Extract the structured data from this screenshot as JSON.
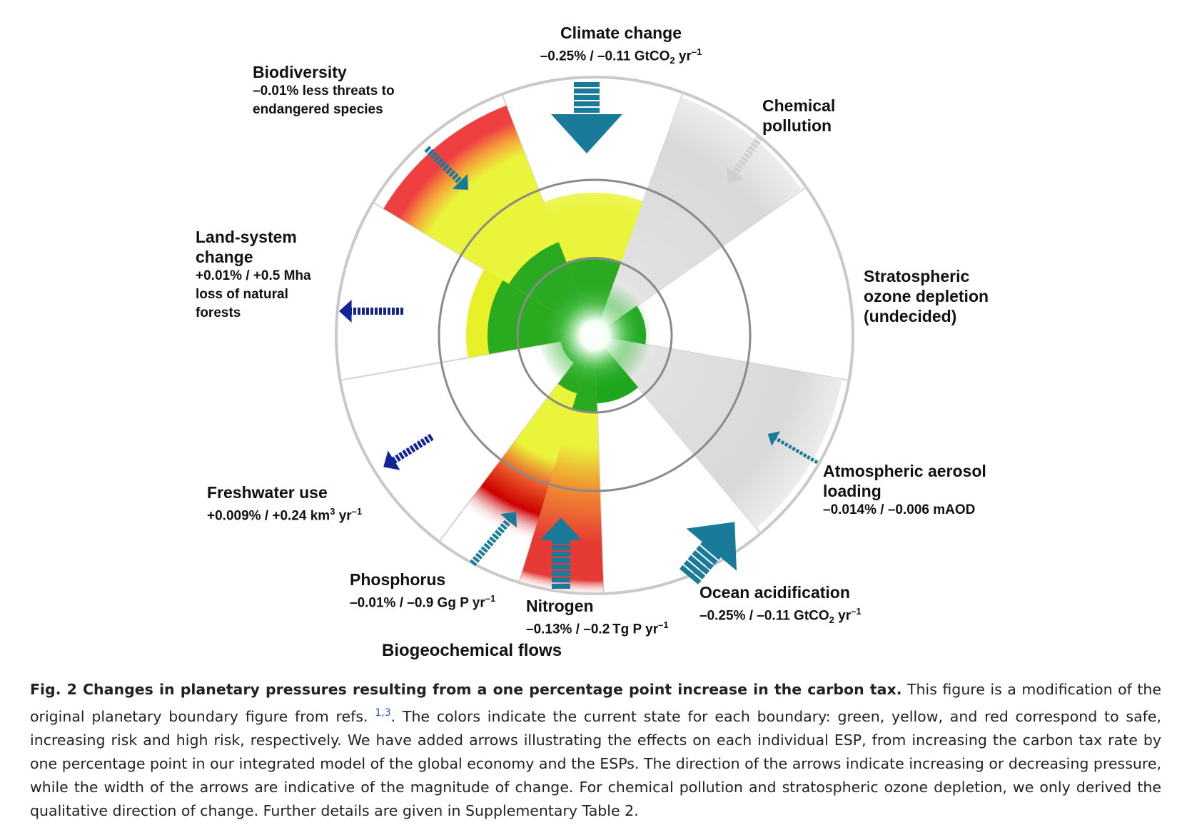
{
  "boundaries": [
    {
      "id": "climate",
      "title": "Climate change",
      "change": "–0.25% / –0.11 GtCO",
      "sub": "2",
      "unit": " yr",
      "sup": "–1"
    },
    {
      "id": "chemical",
      "title": "Chemical\npollution",
      "change": ""
    },
    {
      "id": "ozone",
      "title": "Stratospheric\nozone depletion\n(undecided)",
      "change": ""
    },
    {
      "id": "aerosol",
      "title": "Atmospheric aerosol\nloading",
      "change": "–0.014% / –0.006 mAOD"
    },
    {
      "id": "ocean",
      "title": "Ocean acidification",
      "change": "–0.25% / –0.11 GtCO",
      "sub": "2",
      "unit": " yr",
      "sup": "–1"
    },
    {
      "id": "nitrogen",
      "title": "Nitrogen",
      "change": "–0.13% / –0.2 Tg P yr",
      "sup": "–1"
    },
    {
      "id": "phosphorus",
      "title": "Phosphorus",
      "change": "–0.01% / –0.9 Gg P yr",
      "sup": "–1"
    },
    {
      "id": "freshwater",
      "title": "Freshwater use",
      "change": "+0.009% / +0.24 km",
      "sup3": "3",
      "unit": " yr",
      "sup": "–1"
    },
    {
      "id": "land",
      "title": "Land-system\nchange",
      "change": "+0.01% / +0.5 Mha\nloss of natural\nforests"
    },
    {
      "id": "biodiversity",
      "title": "Biodiversity",
      "change": "–0.01% less threats to\nendangered species"
    }
  ],
  "group_label": "Biogeochemical flows",
  "caption": {
    "title": "Fig. 2 Changes in planetary pressures resulting from a one percentage point increase in the carbon tax.",
    "text_before_refs": " This figure is a modification of the original planetary boundary figure from refs. ",
    "refs": "1,3",
    "text_after_refs": ". The colors indicate the current state for each boundary: green, yellow, and red correspond to safe, increasing risk and high risk, respectively. We have added arrows illustrating the effects on each individual ESP, from increasing the carbon tax rate by one percentage point in our integrated model of the global economy and the ESPs. The direction of the arrows indicate increasing or decreasing pressure, while the width of the arrows are indicative of the magnitude of change. For chemical pollution and stratospheric ozone depletion, we only derived the qualitative direction of change. Further details are given in Supplementary Table 2."
  },
  "colors": {
    "safe": "#1fa51f",
    "increasing_risk": "#e8f02a",
    "high_risk": "#e8383a",
    "undetermined": "#d6d6d6",
    "arrow_teal": "#1a7a9a",
    "arrow_blue": "#12239a"
  },
  "arrows": [
    {
      "boundary": "climate",
      "direction": "decrease",
      "style": "solid-large",
      "color": "arrow_teal"
    },
    {
      "boundary": "chemical",
      "direction": "decrease",
      "style": "dashed",
      "color": "undetermined"
    },
    {
      "boundary": "aerosol",
      "direction": "decrease",
      "style": "dashed-thin",
      "color": "arrow_teal"
    },
    {
      "boundary": "ocean",
      "direction": "decrease",
      "style": "solid-large",
      "color": "arrow_teal"
    },
    {
      "boundary": "nitrogen",
      "direction": "decrease",
      "style": "solid-medium",
      "color": "arrow_teal"
    },
    {
      "boundary": "phosphorus",
      "direction": "decrease",
      "style": "dashed",
      "color": "arrow_teal"
    },
    {
      "boundary": "freshwater",
      "direction": "increase",
      "style": "dashed",
      "color": "arrow_blue"
    },
    {
      "boundary": "land",
      "direction": "increase",
      "style": "dashed",
      "color": "arrow_blue"
    },
    {
      "boundary": "biodiversity",
      "direction": "decrease",
      "style": "dashed",
      "color": "arrow_teal"
    }
  ]
}
